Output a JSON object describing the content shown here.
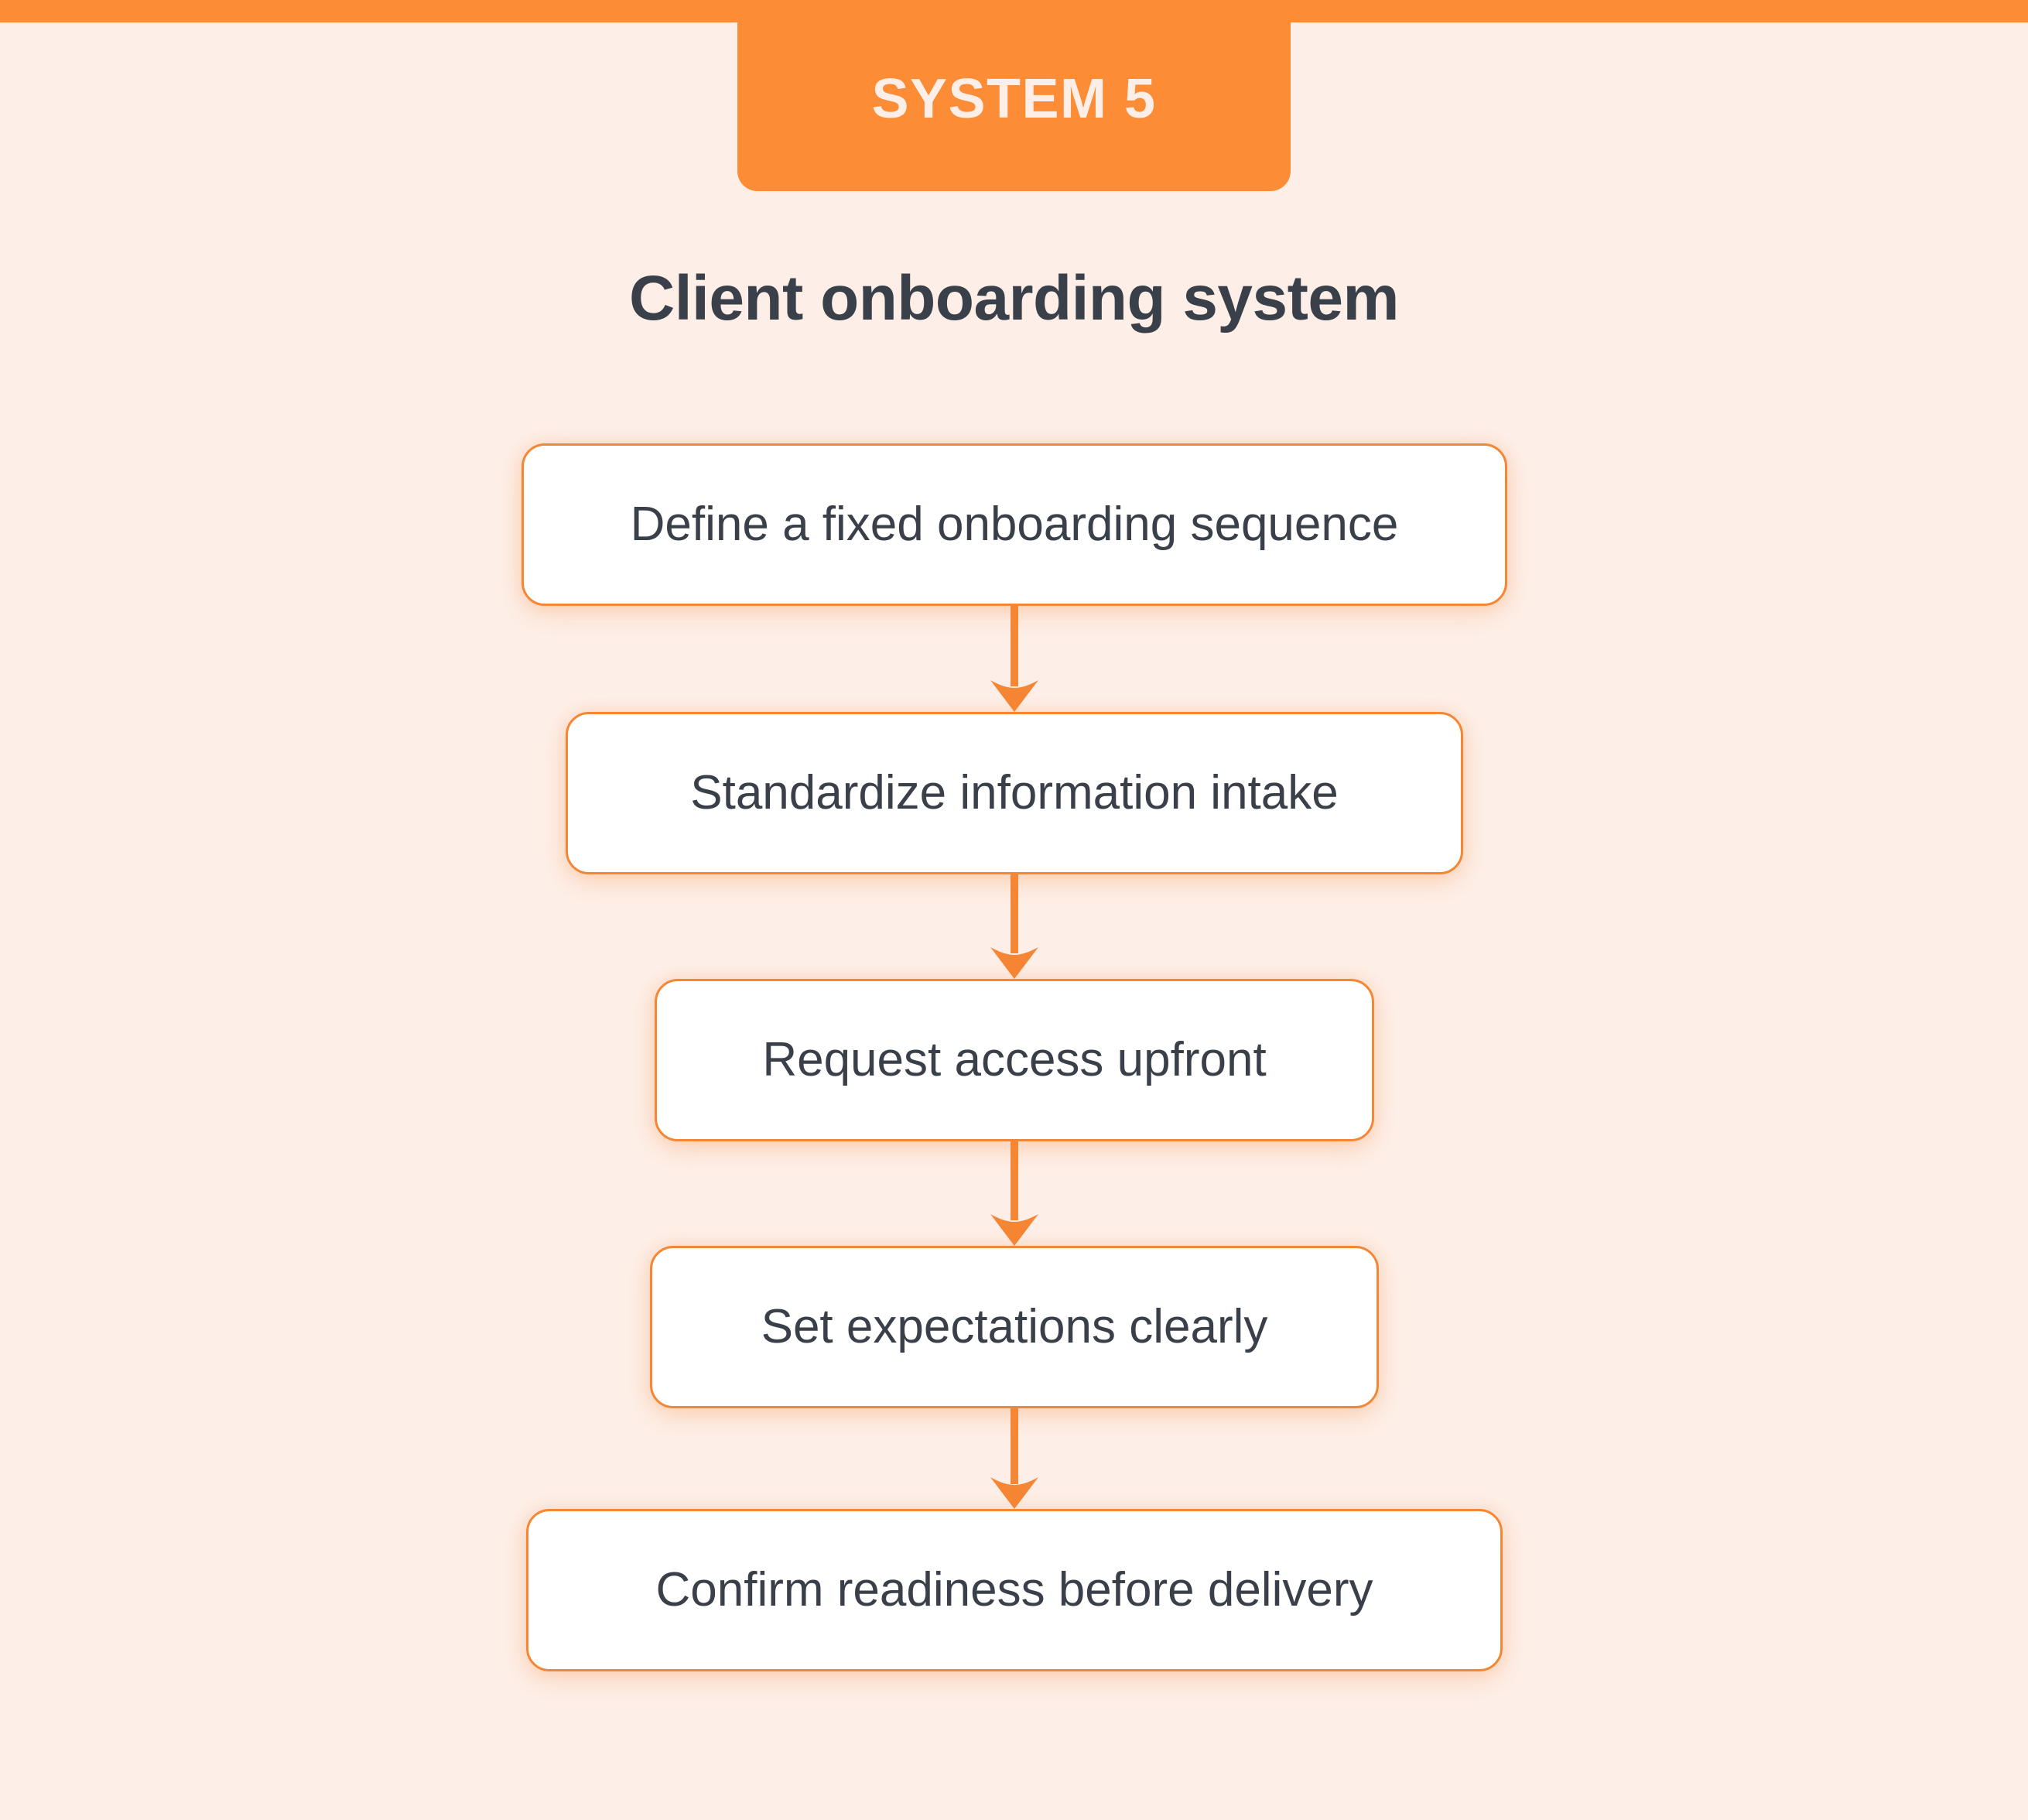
{
  "theme": {
    "accent": "#fc8c36",
    "accent_border": "#f58634",
    "background": "#fdefe8",
    "node_fill": "#ffffff",
    "text_dark": "#3a4049",
    "badge_text": "#fdefe8"
  },
  "badge": {
    "label": "SYSTEM 5"
  },
  "header": {
    "title": "Client onboarding system"
  },
  "flow": {
    "type": "vertical-flowchart",
    "arrow_count": 4,
    "nodes": [
      {
        "label": "Define a fixed onboarding sequence"
      },
      {
        "label": "Standardize information intake"
      },
      {
        "label": "Request access upfront"
      },
      {
        "label": "Set expectations clearly"
      },
      {
        "label": "Confirm readiness before delivery"
      }
    ],
    "connectors": [
      {
        "from": "Define a fixed onboarding sequence",
        "to": "Standardize information intake",
        "icon": "arrow-down-icon"
      },
      {
        "from": "Standardize information intake",
        "to": "Request access upfront",
        "icon": "arrow-down-icon"
      },
      {
        "from": "Request access upfront",
        "to": "Set expectations clearly",
        "icon": "arrow-down-icon"
      },
      {
        "from": "Set expectations clearly",
        "to": "Confirm readiness before delivery",
        "icon": "arrow-down-icon"
      }
    ]
  }
}
